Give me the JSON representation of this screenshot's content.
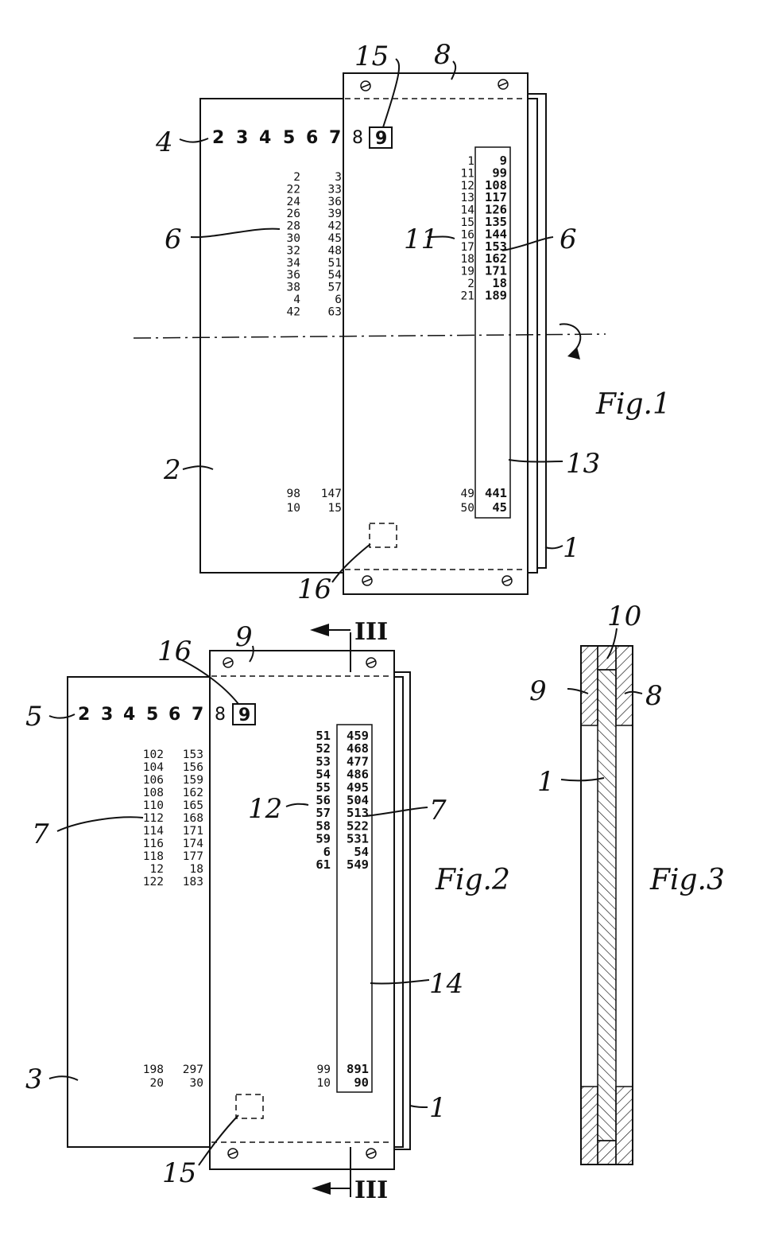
{
  "fig1": {
    "caption": "Fig.1",
    "labels": {
      "l15": "15",
      "l8": "8",
      "l4": "4",
      "l6a": "6",
      "l11": "11",
      "l6b": "6",
      "l2": "2",
      "l13": "13",
      "l1": "1",
      "l16": "16"
    },
    "header_digits": [
      "2",
      "3",
      "4",
      "5",
      "6",
      "7",
      "8"
    ],
    "box_digit": "9",
    "left_col_a": [
      "2",
      "22",
      "24",
      "26",
      "28",
      "30",
      "32",
      "34",
      "36",
      "38",
      "4",
      "42"
    ],
    "left_col_b": [
      "3",
      "33",
      "36",
      "39",
      "42",
      "45",
      "48",
      "51",
      "54",
      "57",
      "6",
      "63"
    ],
    "left_bottom_a": [
      "98",
      "10"
    ],
    "left_bottom_b": [
      "147",
      "15"
    ],
    "right_col_a": [
      "1",
      "11",
      "12",
      "13",
      "14",
      "15",
      "16",
      "17",
      "18",
      "19",
      "2",
      "21"
    ],
    "right_col_b": [
      "9",
      "99",
      "108",
      "117",
      "126",
      "135",
      "144",
      "153",
      "162",
      "171",
      "18",
      "189"
    ],
    "right_bottom_a": [
      "49",
      "50"
    ],
    "right_bottom_b": [
      "441",
      "45"
    ]
  },
  "fig2": {
    "caption": "Fig.2",
    "labels": {
      "l16": "16",
      "l9": "9",
      "l5": "5",
      "l7a": "7",
      "l12": "12",
      "l7b": "7",
      "l14": "14",
      "l3": "3",
      "l1": "1",
      "l15": "15"
    },
    "section_mark": "III",
    "header_digits": [
      "2",
      "3",
      "4",
      "5",
      "6",
      "7",
      "8"
    ],
    "box_digit": "9",
    "left_col_a": [
      "102",
      "104",
      "106",
      "108",
      "110",
      "112",
      "114",
      "116",
      "118",
      "12",
      "122"
    ],
    "left_col_b": [
      "153",
      "156",
      "159",
      "162",
      "165",
      "168",
      "171",
      "174",
      "177",
      "18",
      "183"
    ],
    "left_bottom_a": [
      "198",
      "20"
    ],
    "left_bottom_b": [
      "297",
      "30"
    ],
    "right_col_a": [
      "51",
      "52",
      "53",
      "54",
      "55",
      "56",
      "57",
      "58",
      "59",
      "6",
      "61"
    ],
    "right_col_b": [
      "459",
      "468",
      "477",
      "486",
      "495",
      "504",
      "513",
      "522",
      "531",
      "54",
      "549"
    ],
    "right_bottom_a": [
      "99",
      "10"
    ],
    "right_bottom_b": [
      "891",
      "90"
    ]
  },
  "fig3": {
    "caption": "Fig.3",
    "labels": {
      "l10": "10",
      "l9": "9",
      "l8": "8",
      "l1": "1"
    }
  }
}
